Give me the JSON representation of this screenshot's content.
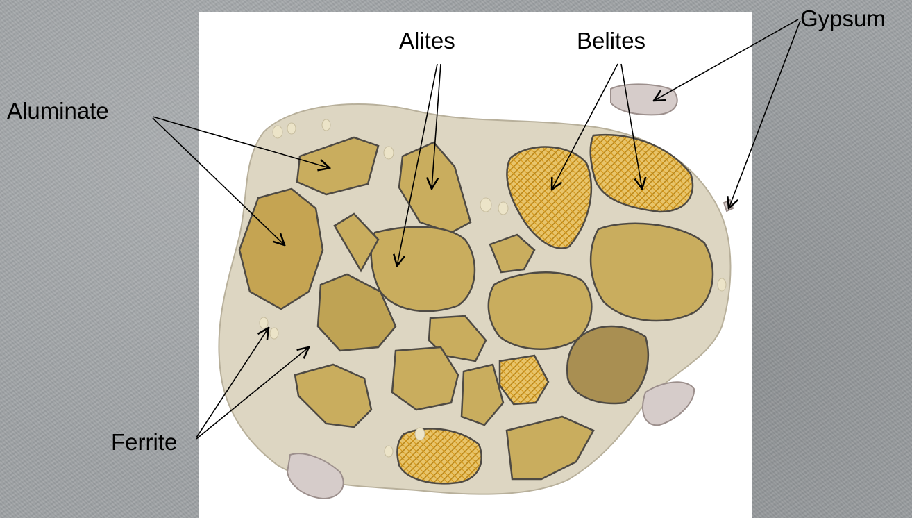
{
  "labels": {
    "alites": "Alites",
    "belites": "Belites",
    "gypsum": "Gypsum",
    "aluminate": "Aluminate",
    "ferrite": "Ferrite"
  },
  "colors": {
    "background": "#9fa3a6",
    "panel": "#ffffff",
    "matrix": "#ddd6c2",
    "grain_fill": "#c9ad5e",
    "grain_dark": "#a98f52",
    "grain_outline": "#4e4a44",
    "belite_hatch": "#e0a324",
    "gypsum_fill": "#d6ccca",
    "arrow": "#000000"
  }
}
